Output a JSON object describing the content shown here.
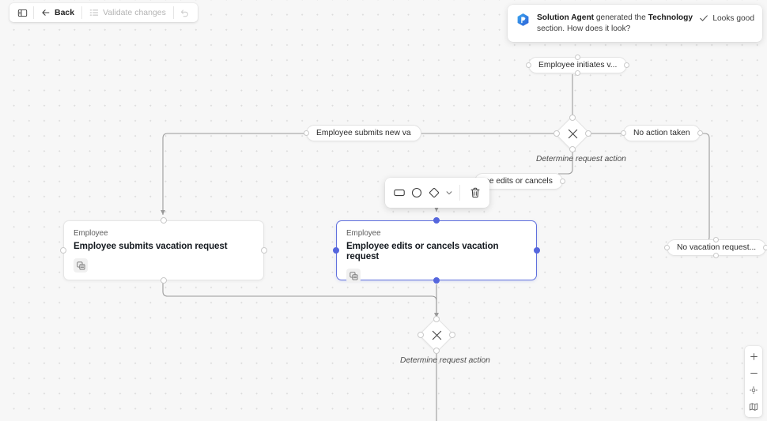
{
  "toolbar": {
    "panel_toggle_icon": "panel-toggle-icon",
    "back_label": "Back",
    "back_icon": "arrow-left-icon",
    "validate_label": "Validate changes",
    "validate_icon": "checklist-icon",
    "undo_icon": "undo-icon"
  },
  "banner": {
    "agent_icon": "solution-agent-hexagon-icon",
    "agent_name": "Solution Agent",
    "message_mid": " generated the ",
    "highlight": "Technology",
    "message_end": " section. How does it look?",
    "accept_label": "Looks good",
    "accept_icon": "check-icon"
  },
  "shape_toolbar": {
    "rectangle_icon": "rectangle-shape-icon",
    "circle_icon": "circle-shape-icon",
    "diamond_icon": "diamond-shape-icon",
    "chevron_icon": "chevron-down-icon",
    "delete_icon": "trash-icon"
  },
  "zoom_controls": {
    "zoom_in_icon": "plus-icon",
    "zoom_out_icon": "minus-icon",
    "fit_view_icon": "fit-view-icon",
    "minimap_icon": "minimap-icon"
  },
  "flow": {
    "nodes": [
      {
        "id": "employee-initiates",
        "type": "pill",
        "label": "Employee initiates v..."
      },
      {
        "id": "employee-submits-new",
        "type": "pill",
        "label": "Employee submits new va"
      },
      {
        "id": "no-action-taken",
        "type": "pill",
        "label": "No action taken"
      },
      {
        "id": "employee-edits-or-cancels",
        "type": "pill",
        "label": "ee edits or cancels"
      },
      {
        "id": "no-vacation-request",
        "type": "pill",
        "label": "No vacation request..."
      },
      {
        "id": "submits-vacation-request",
        "type": "card",
        "role": "Employee",
        "title": "Employee submits vacation request",
        "icon": "layers-icon",
        "selected": false
      },
      {
        "id": "edits-or-cancels-vacation-request",
        "type": "card",
        "role": "Employee",
        "title": "Employee edits or cancels vacation request",
        "icon": "layers-icon",
        "selected": true
      },
      {
        "id": "decision-top",
        "type": "diamond",
        "glyph": "close-x-icon",
        "caption": "Determine request action"
      },
      {
        "id": "decision-bottom",
        "type": "diamond",
        "glyph": "close-x-icon",
        "caption": "Determine request action"
      }
    ]
  },
  "colors": {
    "accent": "#5566dd",
    "canvas_bg": "#f7f7f7",
    "grid_dot": "#dcdcdc",
    "node_border": "#e6e6e6",
    "text_primary": "#14191f"
  }
}
